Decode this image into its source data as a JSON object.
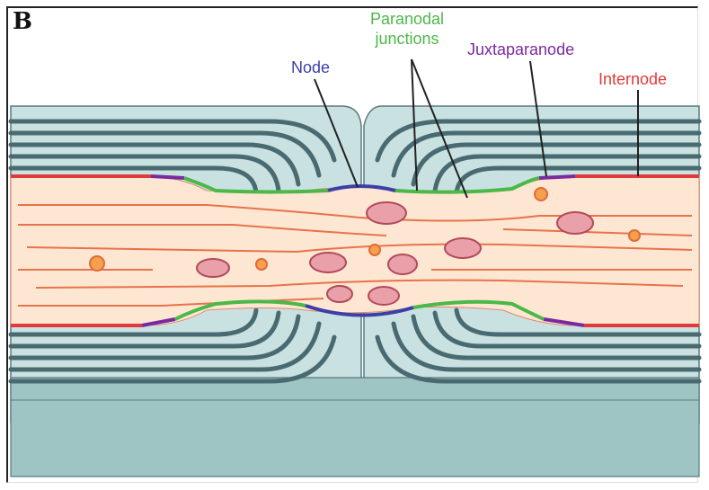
{
  "panel_letter": "B",
  "labels": {
    "node": "Node",
    "paranodal_junctions_line1": "Paranodal",
    "paranodal_junctions_line2": "junctions",
    "juxtaparanode": "Juxtaparanode",
    "internode": "Internode"
  },
  "colors": {
    "node": "#3d3fa8",
    "paranodal": "#4cb848",
    "juxtaparanode": "#7a2aa0",
    "internode": "#e23a3a",
    "axon": "#fde6d2",
    "myelin_light": "#c9e2e1",
    "myelin_dark": "#4a6a72"
  }
}
